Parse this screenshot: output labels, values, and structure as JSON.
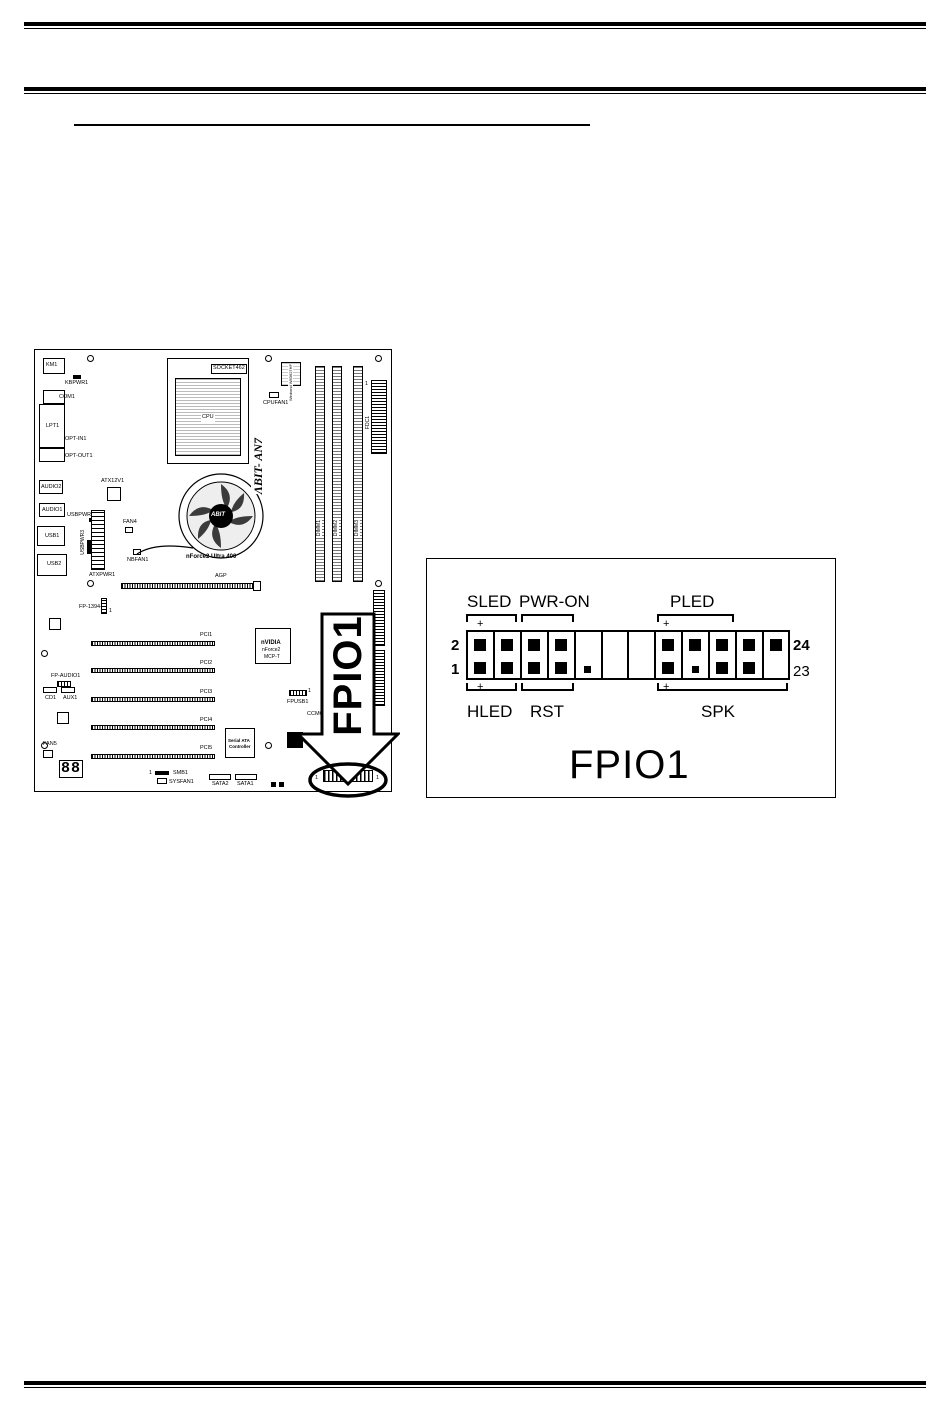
{
  "board": {
    "brand": "ABIT",
    "model_script": "ɅBIT- AN7",
    "labels": {
      "km": "KM1",
      "kbpwr": "KBPWR1",
      "com": "COM1",
      "lpt": "LPT1",
      "optin": "OPT-IN1",
      "optout": "OPT-OUT1",
      "audio2": "AUDIO2",
      "audio1": "AUDIO1",
      "usb1": "USB1",
      "usb2": "USB2",
      "usbpwr": "USBPWR1",
      "usbpwr3": "USBPWR3",
      "atx12v": "ATX12V1",
      "atxpwr": "ATXPWR1",
      "fan4": "FAN4",
      "nbfan": "NBFAN1",
      "nforce": "nForce2 Ultra 400",
      "cpu": "CPU",
      "socket": "SOCKET462",
      "cpufan": "CPUFAN1",
      "winbond": "Winbond W83627HF",
      "fdc": "FDC1",
      "dimm1": "DIMM1",
      "dimm2": "DIMM2",
      "dimm3": "DIMM3",
      "agp": "AGP",
      "fp1394": "FP-1394-1",
      "pci1": "PCI1",
      "pci2": "PCI2",
      "pci3": "PCI3",
      "pci4": "PCI4",
      "pci5": "PCI5",
      "nvidia1": "nVIDIA",
      "nvidia2": "nForce2",
      "nvidia3": "MCP-T",
      "fpaudio": "FP-AUDIO1",
      "cd": "CD1",
      "aux": "AUX1",
      "fpusb": "FPUSB1",
      "ccmos": "CCMO",
      "fan5": "FAN5",
      "sata_ctrl1": "Serial ATA",
      "sata_ctrl2": "Controller",
      "smb": "SMB1",
      "sysfan": "SYSFAN1",
      "sata2": "SATA2",
      "sata1": "SATA1",
      "seg": "88",
      "pin1": "1",
      "pin1b": "1",
      "pin1c": "1",
      "pin1d": "1",
      "pin1e": "1",
      "pin1f": "1"
    },
    "arrow_label": "FPIO1"
  },
  "diagram": {
    "sled": "SLED",
    "pwron": "PWR-ON",
    "pled": "PLED",
    "hled": "HLED",
    "rst": "RST",
    "spk": "SPK",
    "pin2": "2",
    "pin1": "1",
    "pin24": "24",
    "pin23": "23",
    "plus": "+",
    "title": "FPIO1"
  }
}
